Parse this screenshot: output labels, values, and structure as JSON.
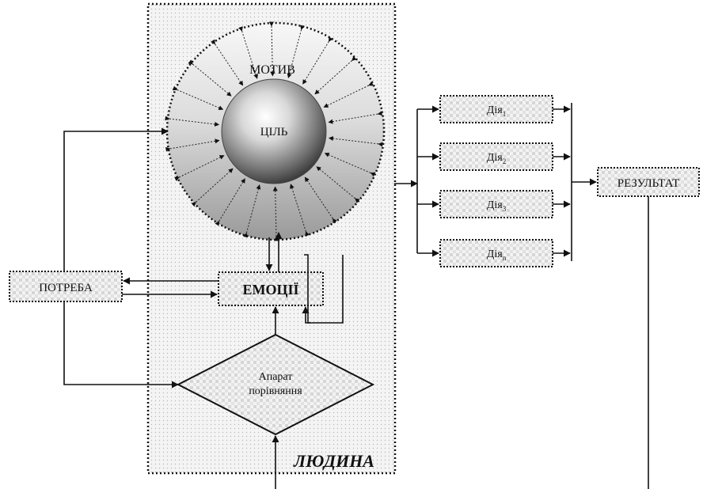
{
  "diagram": {
    "person_label": "ЛЮДИНА",
    "motive_label": "МОТИВ",
    "goal_label": "ЦІЛЬ",
    "need_label": "ПОТРЕБА",
    "emotions_label": "ЕМОЦІЇ",
    "comparator_line1": "Апарат",
    "comparator_line2": "порівняння",
    "result_label": "РЕЗУЛЬТАТ",
    "actions": [
      {
        "base": "Дія",
        "sub": "1"
      },
      {
        "base": "Дія",
        "sub": "2"
      },
      {
        "base": "Дія",
        "sub": "3"
      },
      {
        "base": "Дія",
        "sub": "n"
      }
    ]
  }
}
